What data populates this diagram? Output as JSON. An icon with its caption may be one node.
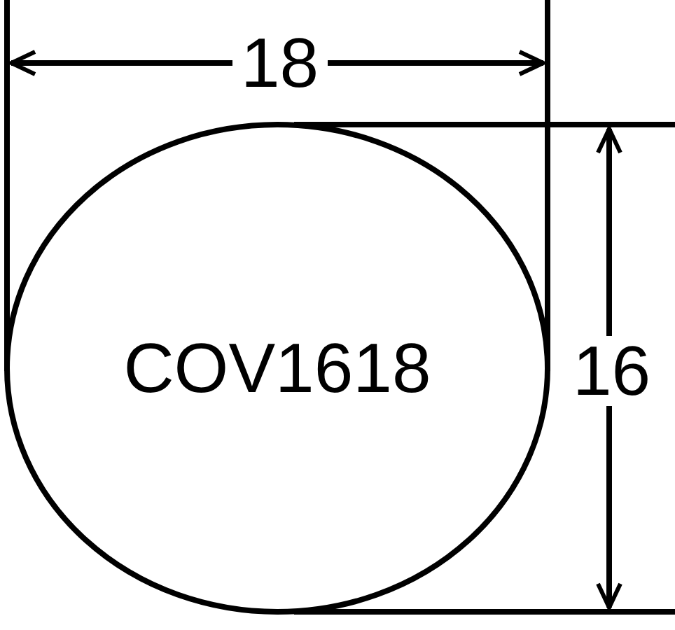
{
  "diagram": {
    "nodes": [
      {
        "text": [
          "COV1618"
        ]
      }
    ],
    "labels": [
      "18",
      "16"
    ]
  }
}
